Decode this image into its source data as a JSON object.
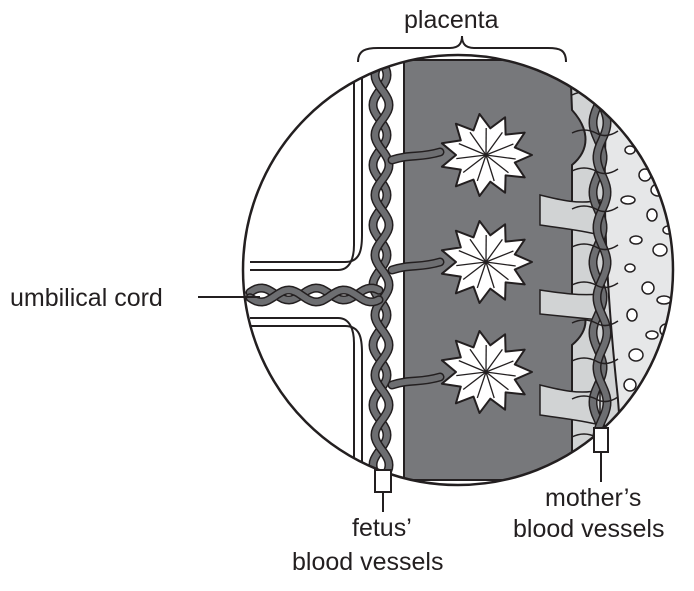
{
  "labels": {
    "placenta": "placenta",
    "umbilical_cord": "umbilical cord",
    "fetus_line1": "fetus’",
    "fetus_line2": "blood vessels",
    "mother_line1": "mother’s",
    "mother_line2": "blood vessels"
  },
  "colors": {
    "outline": "#231f20",
    "placenta_tissue": "#77787b",
    "mother_side": "#d1d3d4",
    "vessel": "#6d6e71",
    "villi": "#ffffff"
  }
}
